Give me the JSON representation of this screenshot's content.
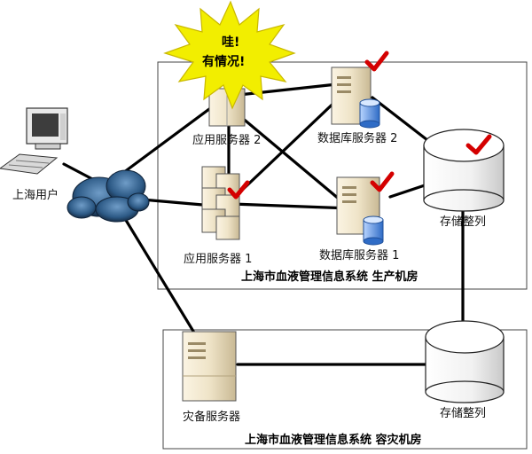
{
  "alert": {
    "line1": "哇!",
    "line2": "有情况!"
  },
  "nodes": {
    "user": "上海用户",
    "app_server_1": "应用服务器 1",
    "app_server_2": "应用服务器 2",
    "db_server_1": "数据库服务器 1",
    "db_server_2": "数据库服务器 2",
    "storage_primary": "存储整列",
    "dr_server": "灾备服务器",
    "storage_dr": "存储整列"
  },
  "rooms": {
    "production": "上海市血液管理信息系统 生产机房",
    "disaster": "上海市血液管理信息系统 容灾机房"
  },
  "colors": {
    "check": "#d40000",
    "burst": "#f2ee00",
    "cloud": "#1c3a5c",
    "server": "#e8dcc0",
    "disk_blue": "#3a7bd5"
  },
  "icons": [
    "computer-icon",
    "cloud-icon",
    "server-icon",
    "checkmark-icon",
    "storage-icon",
    "alert-burst-icon"
  ]
}
